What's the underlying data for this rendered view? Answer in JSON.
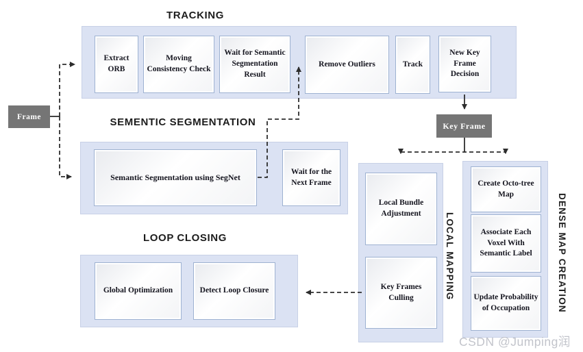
{
  "titles": {
    "tracking": "TRACKING",
    "semantic_segmentation": "SEMENTIC SEGMENTATION",
    "loop_closing": "LOOP CLOSING"
  },
  "vertical_labels": {
    "local_mapping": "LOCAL MAPPING",
    "dense_map_creation": "DENSE MAP CREATION"
  },
  "nodes": {
    "frame": "Frame",
    "key_frame": "Key Frame",
    "extract_orb": "Extract ORB",
    "moving_consistency_check": "Moving Consistency Check",
    "wait_semantic_result": "Wait for Semantic Segmentation Result",
    "remove_outliers": "Remove Outliers",
    "track": "Track",
    "new_key_frame_decision": "New Key Frame Decision",
    "segnet": "Semantic Segmentation using SegNet",
    "wait_next_frame": "Wait for the Next Frame",
    "global_optimization": "Global Optimization",
    "detect_loop_closure": "Detect Loop Closure",
    "local_bundle_adjustment": "Local Bundle Adjustment",
    "key_frames_culling": "Key Frames Culling",
    "create_octo_tree_map": "Create Octo-tree Map",
    "associate_voxel": "Associate Each Voxel With Semantic Label",
    "update_probability": "Update Probability of Occupation"
  },
  "watermark": "CSDN @Jumping润",
  "colors": {
    "container_fill": "#dbe2f3",
    "box_border": "#9db1d1",
    "gray_node_fill": "#757575",
    "arrow": "#2d2d2d",
    "watermark": "#c2c4cb"
  }
}
